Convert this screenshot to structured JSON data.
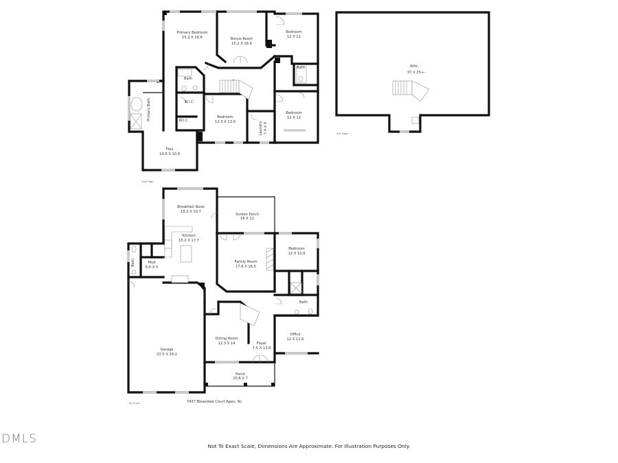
{
  "floors": {
    "second": {
      "label": "2nd Floor",
      "rooms": [
        {
          "name": "Primary Bedroom",
          "dims": "15.2 X 16.6"
        },
        {
          "name": "Bonus Room",
          "dims": "15.2 X 16.6"
        },
        {
          "name": "Bedroom",
          "dims": "12 X 11"
        },
        {
          "name": "Bath",
          "dims": ""
        },
        {
          "name": "Bath",
          "dims": ""
        },
        {
          "name": "Primary Bath",
          "dims": ""
        },
        {
          "name": "W.I.C.",
          "dims": ""
        },
        {
          "name": "W.I.C.",
          "dims": ""
        },
        {
          "name": "Bedroom",
          "dims": "12.3 X 13.9"
        },
        {
          "name": "Laundry",
          "dims": "7.4 X 9"
        },
        {
          "name": "Bedroom",
          "dims": "12 X 12"
        },
        {
          "name": "Flex",
          "dims": "14.9 X 10.9"
        }
      ]
    },
    "third": {
      "label": "3rd Floor",
      "rooms": [
        {
          "name": "Attic",
          "dims": "37 X 25+-"
        }
      ]
    },
    "first": {
      "label": "1st Floor",
      "rooms": [
        {
          "name": "Breakfast Nook",
          "dims": "15.2 X 10.7"
        },
        {
          "name": "Screen Porch",
          "dims": "18 X 12"
        },
        {
          "name": "Kitchen",
          "dims": "15.2 X 17.7"
        },
        {
          "name": "Bath",
          "dims": ""
        },
        {
          "name": "Mud",
          "dims": "6.6 X 5"
        },
        {
          "name": "Family Room",
          "dims": "17.6 X 16.5"
        },
        {
          "name": "Bedroom",
          "dims": "12 X 10.9"
        },
        {
          "name": "Bath",
          "dims": ""
        },
        {
          "name": "Garage",
          "dims": "22.5 X 34.2"
        },
        {
          "name": "Dining Room",
          "dims": "12.3 X 14"
        },
        {
          "name": "Foyer",
          "dims": "7.5 X 13.8"
        },
        {
          "name": "Office",
          "dims": "12 X 11.6"
        },
        {
          "name": "Porch",
          "dims": "20.6 X 7"
        }
      ]
    }
  },
  "address": "7437 Bleasdale Court Apex, Nc",
  "disclaimer": "Not To Exact Scale, Dimensions Are Approximate. For Illustration Purposes Only.",
  "logo": "DMLS",
  "colors": {
    "wall": "#111111",
    "window": "#c9c9c9",
    "fixture": "#8a8a8a",
    "background": "#ffffff"
  }
}
